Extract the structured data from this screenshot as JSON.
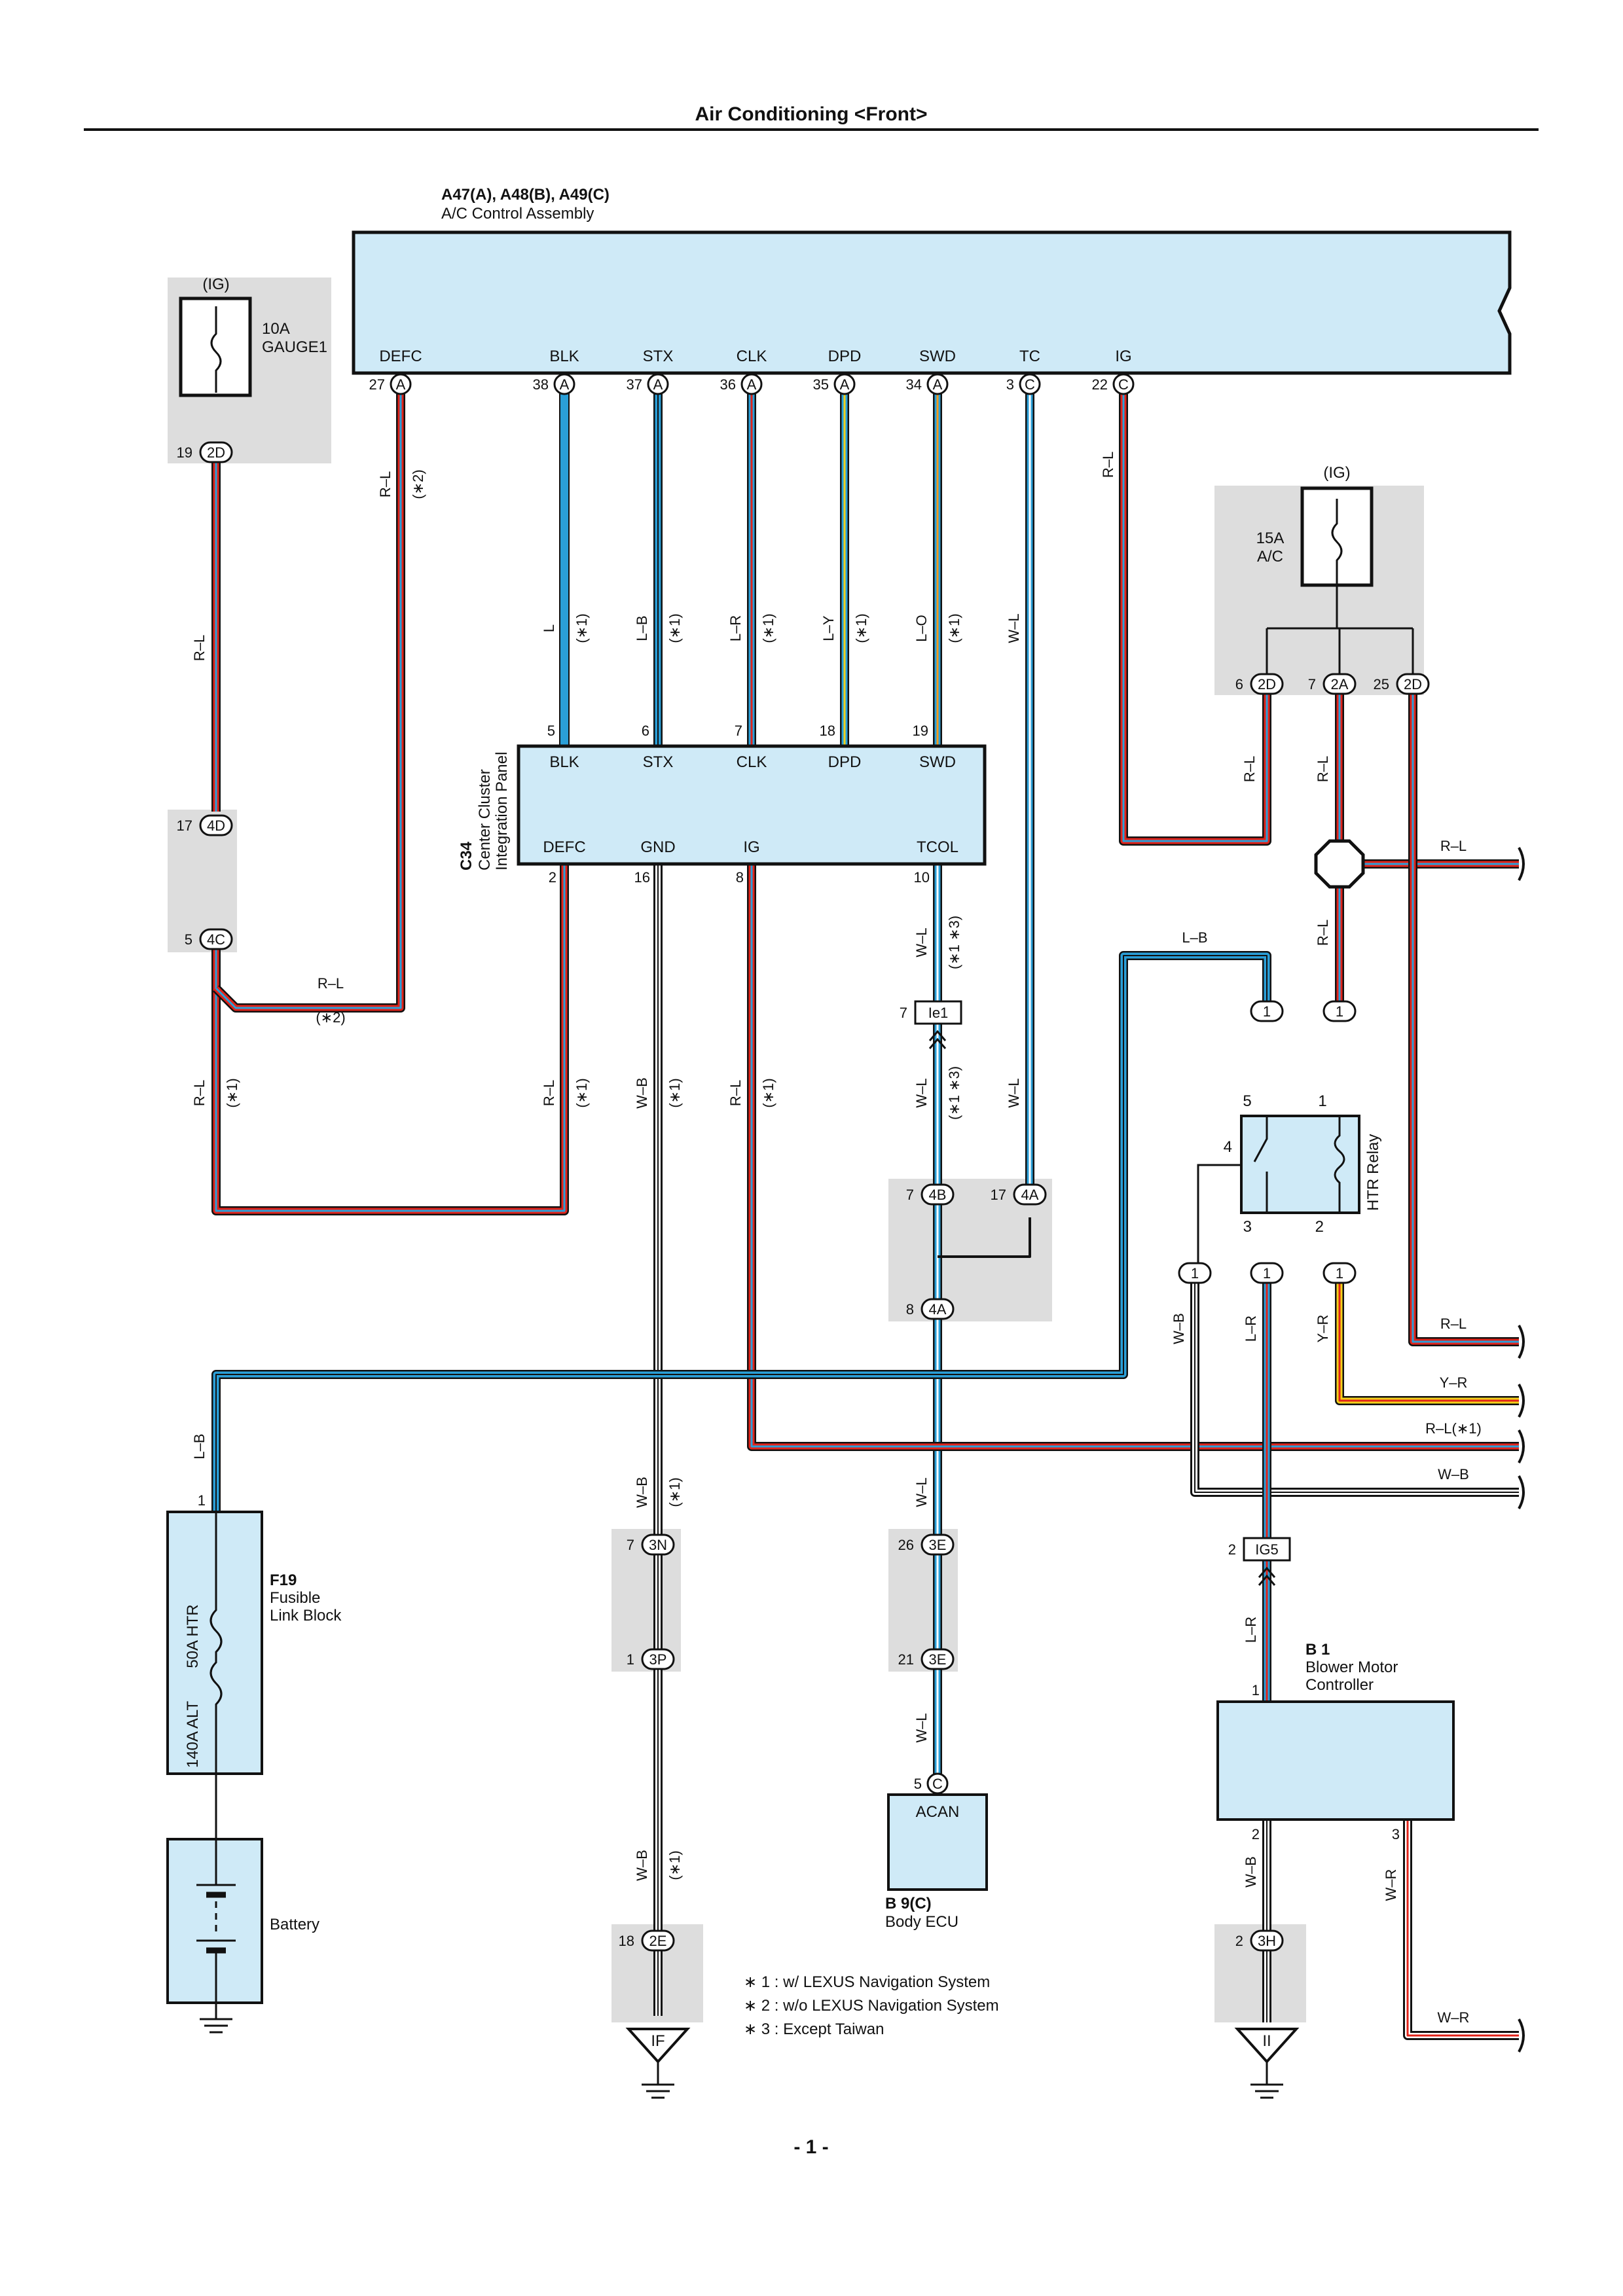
{
  "title": "Air Conditioning <Front>",
  "page_number": "- 1 -",
  "ac_control": {
    "code": "A47(A), A48(B), A49(C)",
    "name": "A/C Control Assembly",
    "terminals": [
      {
        "name": "DEFC",
        "pin": "27",
        "conn": "A"
      },
      {
        "name": "BLK",
        "pin": "38",
        "conn": "A"
      },
      {
        "name": "STX",
        "pin": "37",
        "conn": "A"
      },
      {
        "name": "CLK",
        "pin": "36",
        "conn": "A"
      },
      {
        "name": "DPD",
        "pin": "35",
        "conn": "A"
      },
      {
        "name": "SWD",
        "pin": "34",
        "conn": "A"
      },
      {
        "name": "TC",
        "pin": "3",
        "conn": "C"
      },
      {
        "name": "IG",
        "pin": "22",
        "conn": "C"
      }
    ]
  },
  "fuse_gauge": {
    "ig": "(IG)",
    "rating": "10A",
    "name": "GAUGE1",
    "pin": "19",
    "conn": "2D"
  },
  "fuse_ac": {
    "ig": "(IG)",
    "rating": "15A",
    "name": "A/C",
    "pins": [
      {
        "pin": "6",
        "conn": "2D"
      },
      {
        "pin": "7",
        "conn": "2A"
      },
      {
        "pin": "25",
        "conn": "2D"
      }
    ]
  },
  "junction_4d4c": {
    "top_pin": "17",
    "top_conn": "4D",
    "bottom_pin": "5",
    "bottom_conn": "4C"
  },
  "center_cluster": {
    "code": "C34",
    "name_line1": "Center Cluster",
    "name_line2": "Integration Panel",
    "top": [
      {
        "name": "BLK",
        "pin": "5"
      },
      {
        "name": "STX",
        "pin": "6"
      },
      {
        "name": "CLK",
        "pin": "7"
      },
      {
        "name": "DPD",
        "pin": "18"
      },
      {
        "name": "SWD",
        "pin": "19"
      }
    ],
    "bottom": [
      {
        "name": "DEFC",
        "pin": "2"
      },
      {
        "name": "GND",
        "pin": "16"
      },
      {
        "name": "IG",
        "pin": "8"
      },
      {
        "name": "TCOL",
        "pin": "10"
      }
    ]
  },
  "wire_labels": {
    "rl": "R–L",
    "l": "L",
    "lb": "L–B",
    "lr": "L–R",
    "ly": "L–Y",
    "lo": "L–O",
    "wl": "W–L",
    "wb": "W–B",
    "yr": "Y–R",
    "wr": "W–R",
    "rl1": "R–L(∗1)",
    "star1": "(∗1)",
    "star2": "(∗2)",
    "star13": "(∗1 ∗3)"
  },
  "connectors": {
    "ie1": {
      "pin": "7",
      "conn": "Ie1"
    },
    "j4b": {
      "pin": "7",
      "conn": "4B"
    },
    "j4a_top": {
      "pin": "17",
      "conn": "4A"
    },
    "j4a_bot": {
      "pin": "8",
      "conn": "4A"
    },
    "j3n": {
      "pin": "7",
      "conn": "3N"
    },
    "j3p": {
      "pin": "1",
      "conn": "3P"
    },
    "j3e_top": {
      "pin": "26",
      "conn": "3E"
    },
    "j3e_bot": {
      "pin": "21",
      "conn": "3E"
    },
    "j2e": {
      "pin": "18",
      "conn": "2E"
    },
    "ig5": {
      "pin": "2",
      "conn": "IG5"
    },
    "j3h": {
      "pin": "2",
      "conn": "3H"
    },
    "one": "1"
  },
  "htr_relay": {
    "name": "HTR Relay",
    "pins": [
      "5",
      "1",
      "4",
      "3",
      "2"
    ]
  },
  "fusible_link": {
    "code": "F19",
    "name_line1": "Fusible",
    "name_line2": "Link Block",
    "fuse1": "50A HTR",
    "fuse2": "140A ALT",
    "pin": "1"
  },
  "battery": {
    "name": "Battery"
  },
  "body_ecu": {
    "code": "B 9(C)",
    "name": "Body ECU",
    "terminal": "ACAN",
    "pin": "5",
    "conn": "C"
  },
  "blower": {
    "code": "B 1",
    "name_line1": "Blower Motor",
    "name_line2": "Controller",
    "pin1": "1",
    "pin2": "2",
    "pin3": "3"
  },
  "grounds": {
    "if": "IF",
    "ii": "II"
  },
  "notes": [
    "∗ 1 : w/ LEXUS Navigation System",
    "∗ 2 : w/o LEXUS Navigation System",
    "∗ 3 : Except Taiwan"
  ],
  "colors": {
    "red": "#e2231a",
    "blue": "#2a9fd8",
    "yellow": "#f3d11a",
    "fill": "#cfeaf7",
    "gray": "#dddddd"
  }
}
